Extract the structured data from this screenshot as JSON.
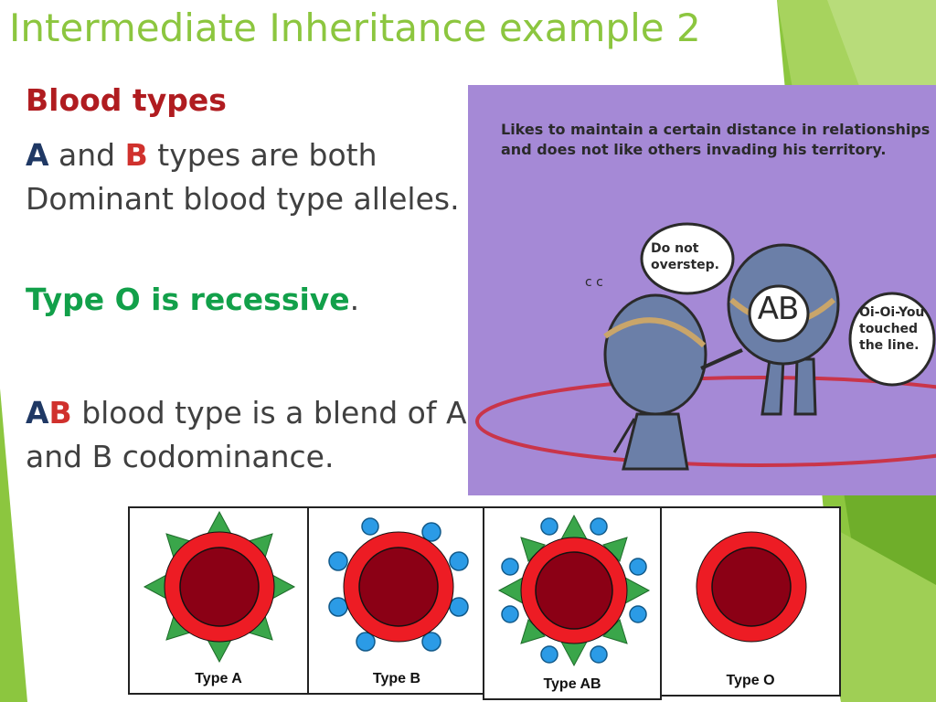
{
  "slide": {
    "title": "Intermediate Inheritance example 2",
    "subheading": "Blood types",
    "para1": {
      "a": "A",
      "and": " and ",
      "b": "B",
      "rest": " types are both Dominant blood type alleles."
    },
    "para2": {
      "text": "Type O is recessive",
      "period": "."
    },
    "para3": {
      "a": "A",
      "b": "B",
      "rest": " blood type is a blend of A and B codominance."
    }
  },
  "cartoon": {
    "caption": "Likes to maintain a certain distance in relationships and does not like others invading his territory.",
    "bubble_left": "Do not overstep.",
    "bubble_right": "Oi-Oi-You touched the line.",
    "head_label": "AB"
  },
  "blood_types": [
    {
      "label": "Type A",
      "antigen": "triangle"
    },
    {
      "label": "Type B",
      "antigen": "circle"
    },
    {
      "label": "Type AB",
      "antigen": "both"
    },
    {
      "label": "Type O",
      "antigen": "none"
    }
  ],
  "colors": {
    "title": "#8cc63f",
    "heading": "#b01c20",
    "recessive": "#12a04a",
    "cell_outer": "#ed1c24",
    "cell_inner": "#8b0015",
    "antigen_a": "#3aa64a",
    "antigen_b": "#2b9be6"
  }
}
